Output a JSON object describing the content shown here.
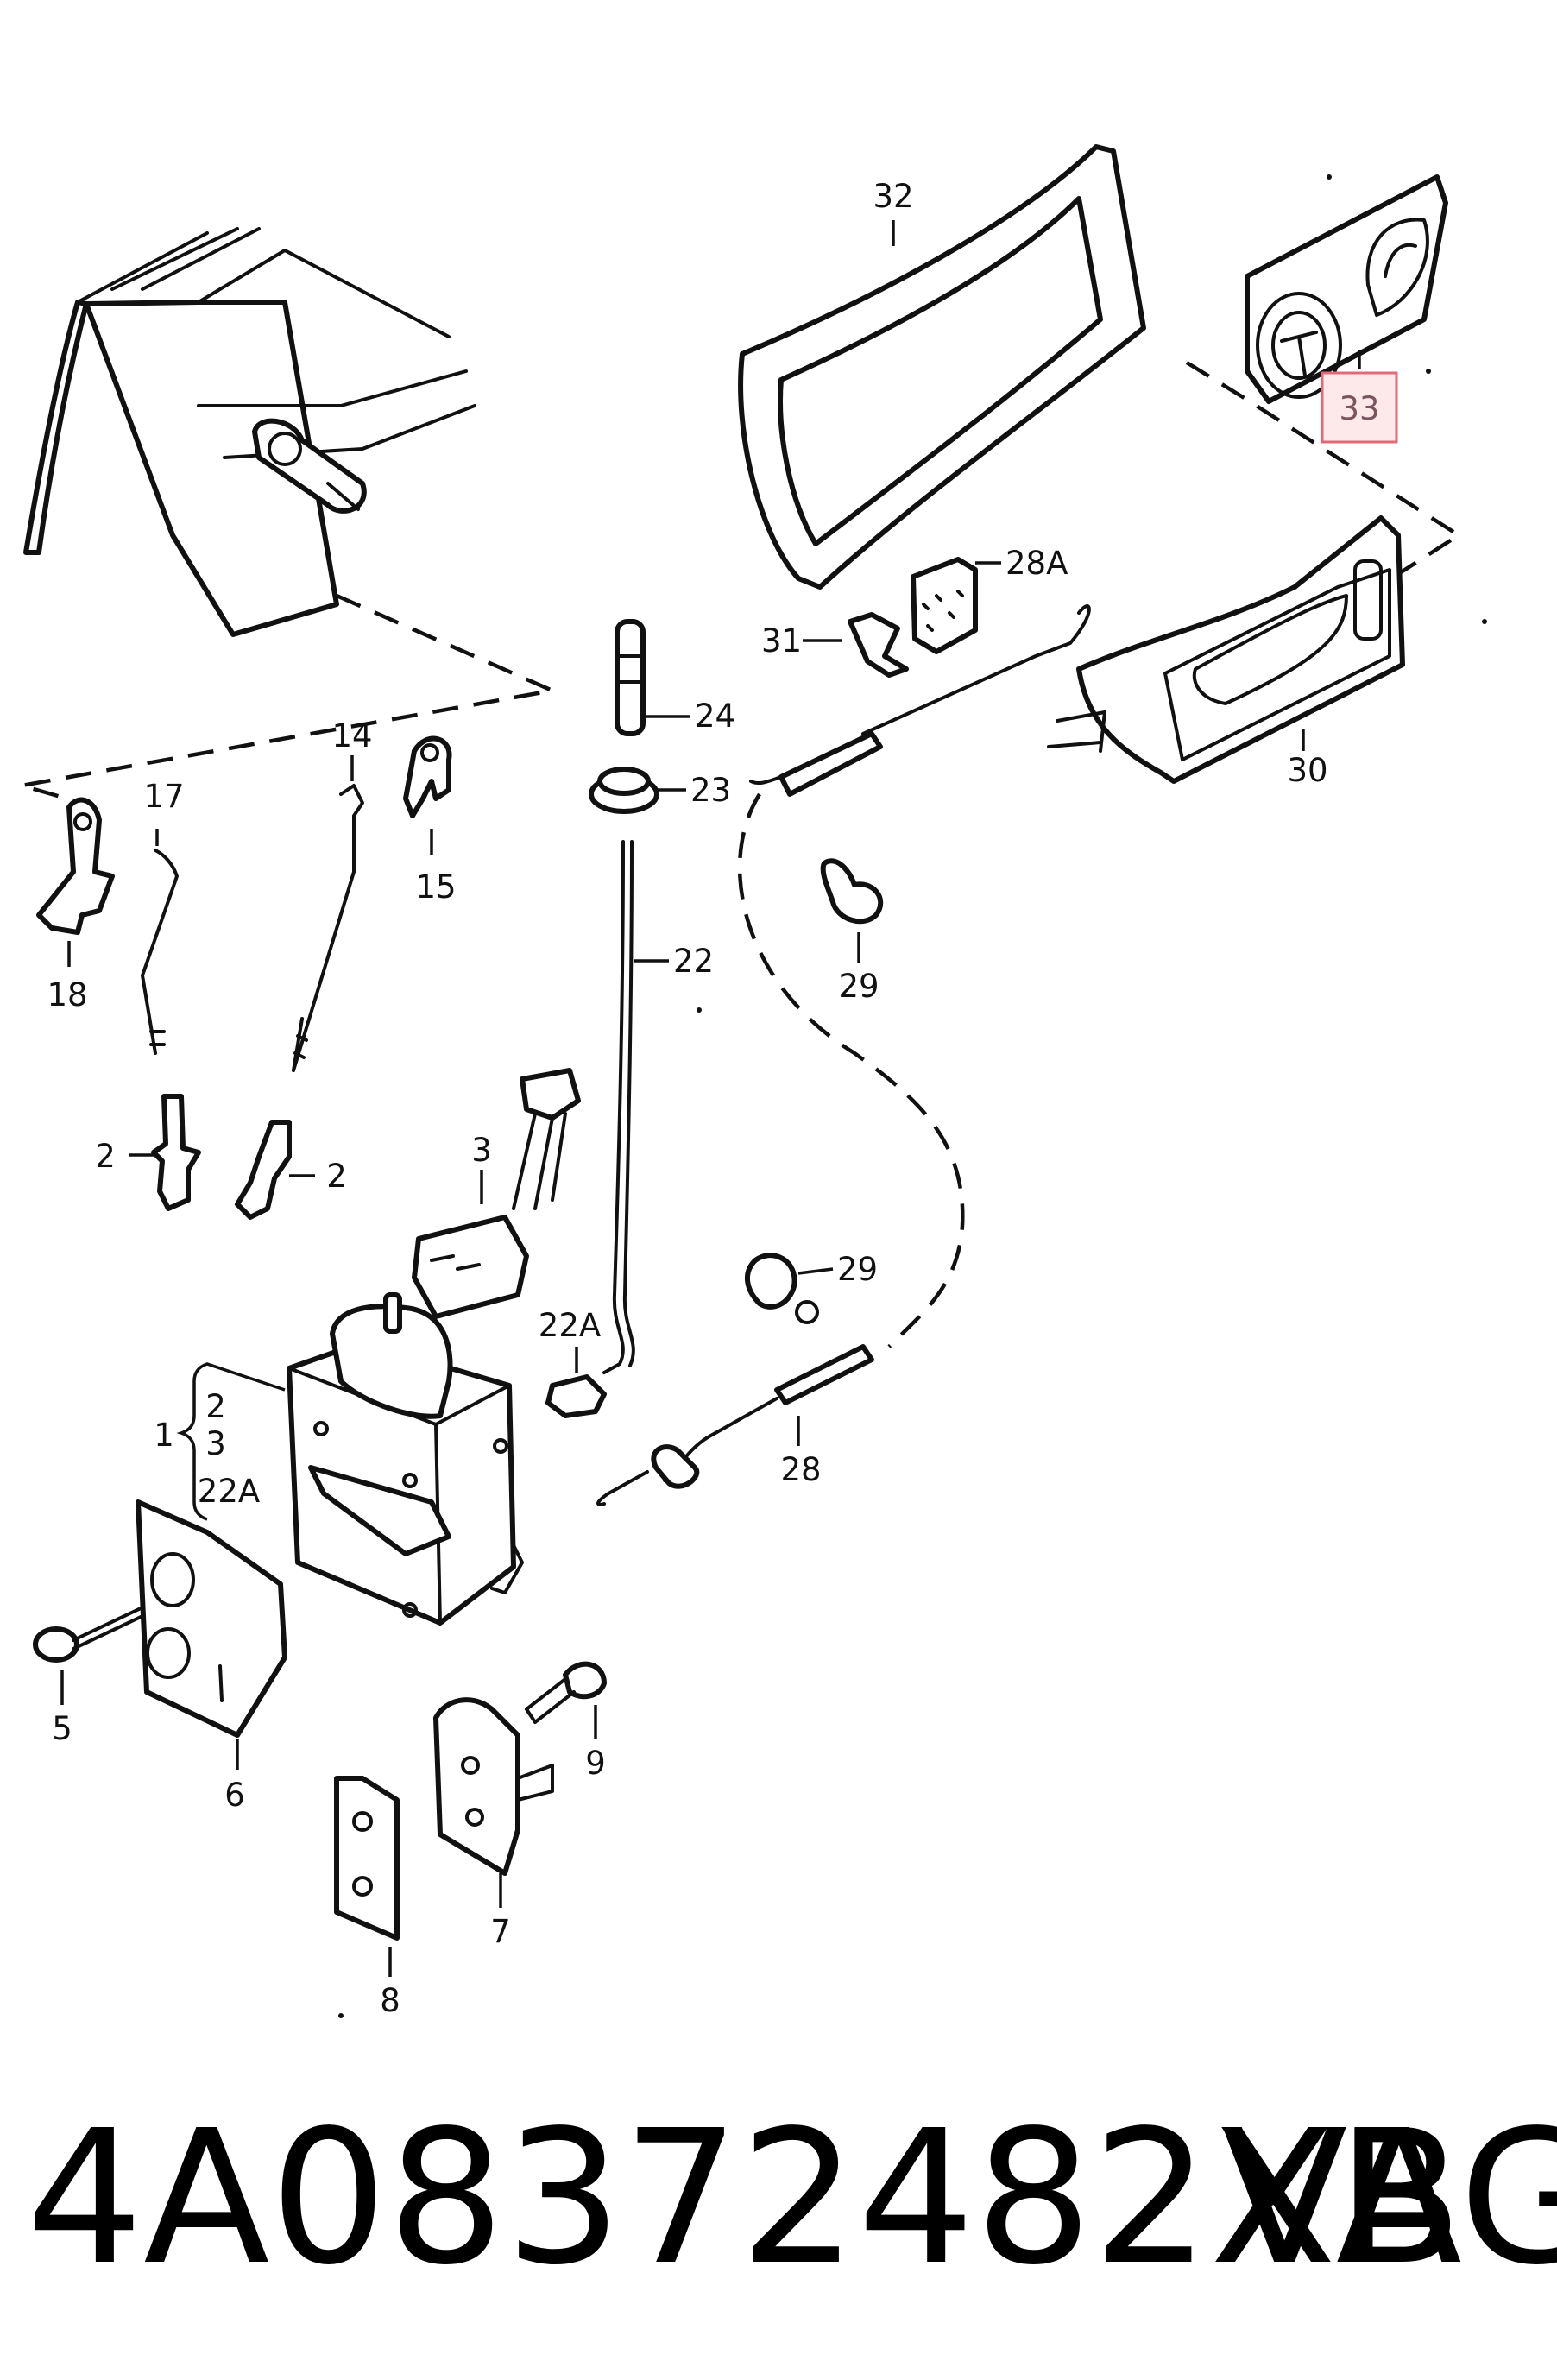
{
  "callouts": {
    "c32": "32",
    "c33": "33",
    "c28A": "28A",
    "c31": "31",
    "c24": "24",
    "c23": "23",
    "c22": "22",
    "c30": "30",
    "c14": "14",
    "c17": "17",
    "c15": "15",
    "c18": "18",
    "c29a": "29",
    "c2a": "2",
    "c2b": "2",
    "c3": "3",
    "c29b": "29",
    "c22A": "22A",
    "c28": "28",
    "c1": "1",
    "g2": "2",
    "g3": "3",
    "g22A": "22A",
    "c5": "5",
    "c9": "9",
    "c6": "6",
    "c7": "7",
    "c8": "8"
  },
  "highlight": {
    "color": "#fde8ea",
    "border": "#e06a78"
  },
  "footer": {
    "part_number": "4A08372482XB",
    "brand": "VAG"
  }
}
